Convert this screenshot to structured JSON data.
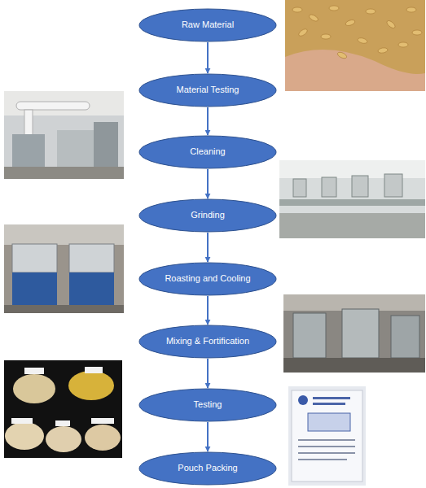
{
  "diagram": {
    "nodes": [
      {
        "text": [
          "Raw Material"
        ]
      },
      {
        "text": [
          "Material Testing"
        ]
      },
      {
        "text": [
          "Cleaning"
        ]
      },
      {
        "text": [
          "Grinding"
        ]
      },
      {
        "text": [
          "Roasting and Cooling"
        ]
      },
      {
        "text": [
          "Mixing & Fortification"
        ]
      },
      {
        "text": [
          "Testing"
        ]
      },
      {
        "text": [
          "Pouch Packing"
        ]
      }
    ],
    "edges": [
      {
        "from": 0,
        "to": 1,
        "arrow": "to"
      },
      {
        "from": 1,
        "to": 2,
        "arrow": "to"
      },
      {
        "from": 2,
        "to": 3,
        "arrow": "to"
      },
      {
        "from": 3,
        "to": 4,
        "arrow": "to"
      },
      {
        "from": 4,
        "to": 5,
        "arrow": "to"
      },
      {
        "from": 5,
        "to": 6,
        "arrow": "to"
      },
      {
        "from": 6,
        "to": 7,
        "arrow": "to"
      }
    ]
  }
}
